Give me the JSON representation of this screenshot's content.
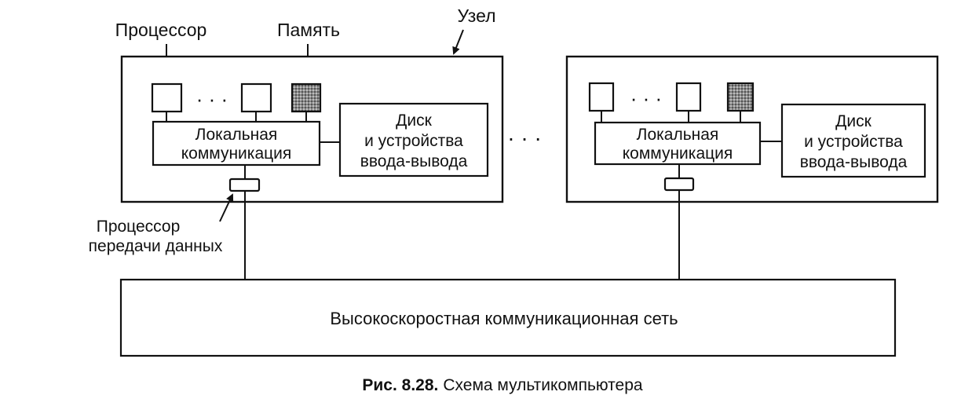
{
  "labels": {
    "processor": "Процессор",
    "memory": "Память",
    "node": "Узел",
    "dots": "· · ·",
    "dp_line1": "Процессор",
    "dp_line2": "передачи данных"
  },
  "nodes": [
    {
      "local_comm_line1": "Локальная",
      "local_comm_line2": "коммуникация",
      "disk_line1": "Диск",
      "disk_line2": "и устройства",
      "disk_line3": "ввода-вывода",
      "cpu_dots": "· · ·"
    },
    {
      "local_comm_line1": "Локальная",
      "local_comm_line2": "коммуникация",
      "disk_line1": "Диск",
      "disk_line2": "и устройства",
      "disk_line3": "ввода-вывода",
      "cpu_dots": "· · ·"
    }
  ],
  "network": {
    "label": "Высокоскоростная коммуникационная сеть"
  },
  "caption": {
    "number": "Рис. 8.28.",
    "text": "Схема мультикомпьютера"
  }
}
